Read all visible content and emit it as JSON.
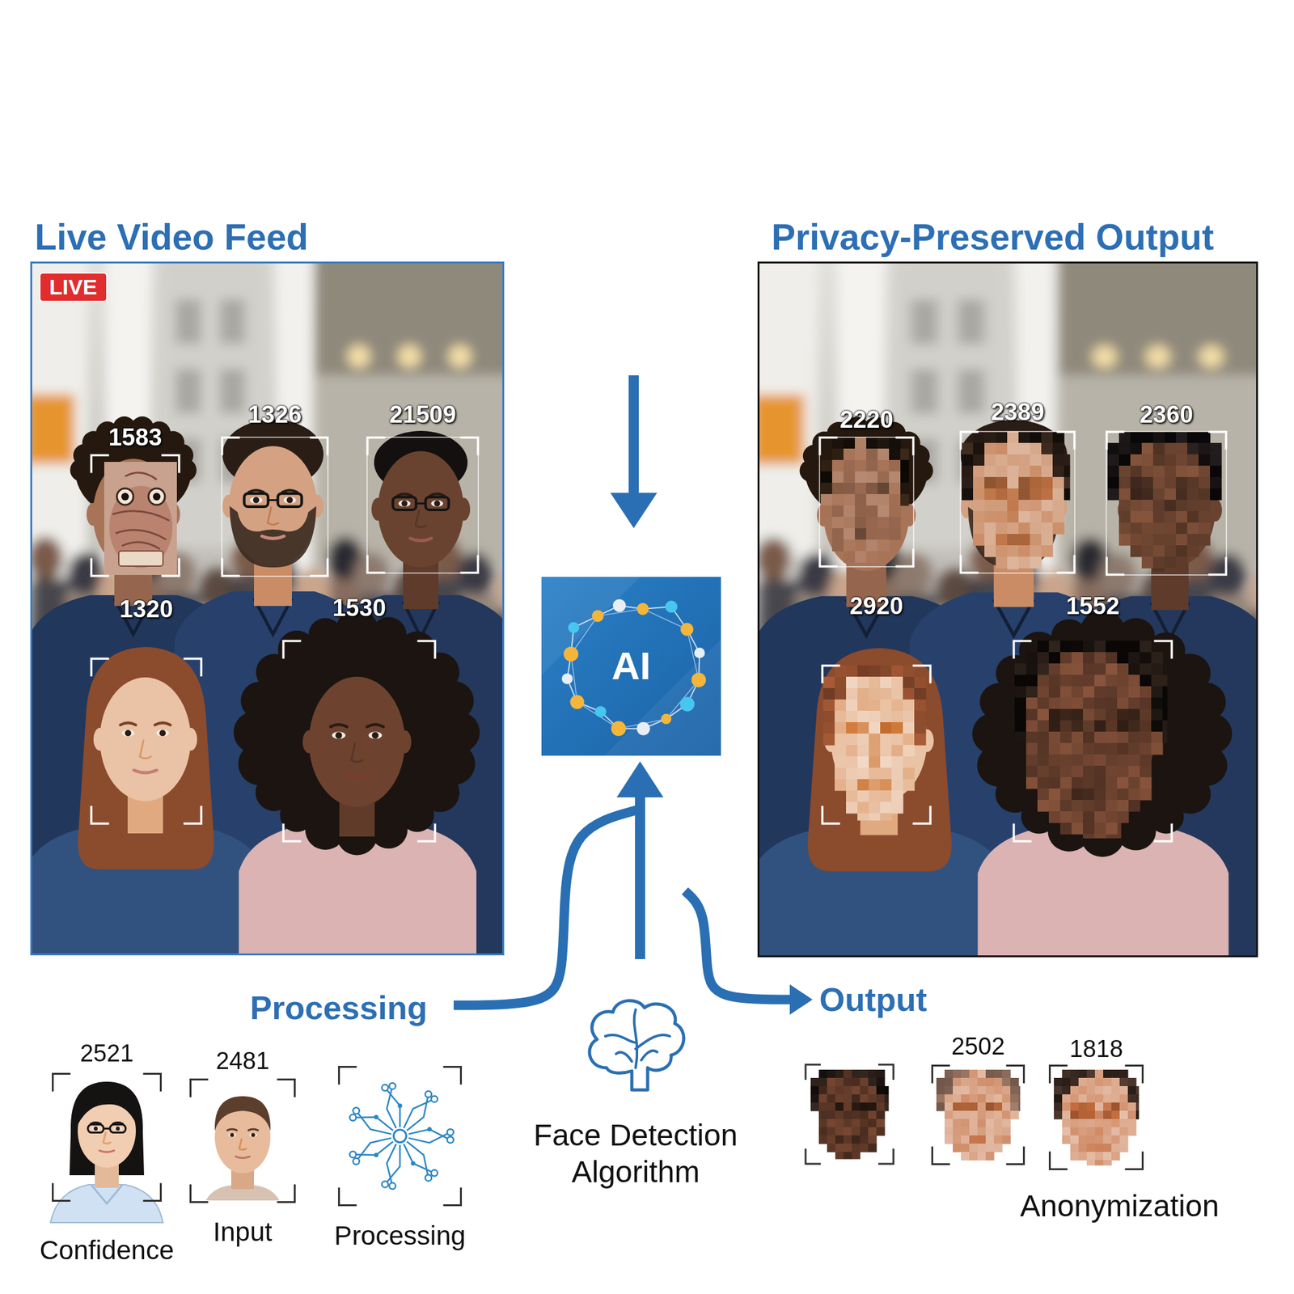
{
  "diagram": {
    "nodes": [
      {
        "text": [
          "Live Video Feed"
        ]
      },
      {
        "text": [
          "LIVE"
        ],
        "in": 0
      },
      {
        "text": [
          "1583"
        ],
        "in": 0
      },
      {
        "text": [
          "1326"
        ],
        "in": 0
      },
      {
        "text": [
          "21509"
        ],
        "in": 0
      },
      {
        "text": [
          "1320"
        ],
        "in": 0
      },
      {
        "text": [
          "1530"
        ],
        "in": 0
      },
      {
        "text": [
          "Privacy-Preserved Output"
        ]
      },
      {
        "text": [
          "2220"
        ],
        "in": 7
      },
      {
        "text": [
          "2389"
        ],
        "in": 7
      },
      {
        "text": [
          "2360"
        ],
        "in": 7
      },
      {
        "text": [
          "2920"
        ],
        "in": 7
      },
      {
        "text": [
          "1552"
        ],
        "in": 7
      },
      {
        "text": [
          "AI"
        ]
      },
      {
        "text": [
          "2521",
          "Confidence"
        ]
      },
      {
        "text": [
          "2481",
          "Input"
        ]
      },
      {
        "text": [
          "Processing"
        ]
      },
      {
        "text": [
          "2502"
        ]
      },
      {
        "text": [
          "1818"
        ]
      }
    ],
    "labels": [
      "Processing",
      "Output",
      "Face Detection Algorithm",
      "Anonymization"
    ]
  }
}
